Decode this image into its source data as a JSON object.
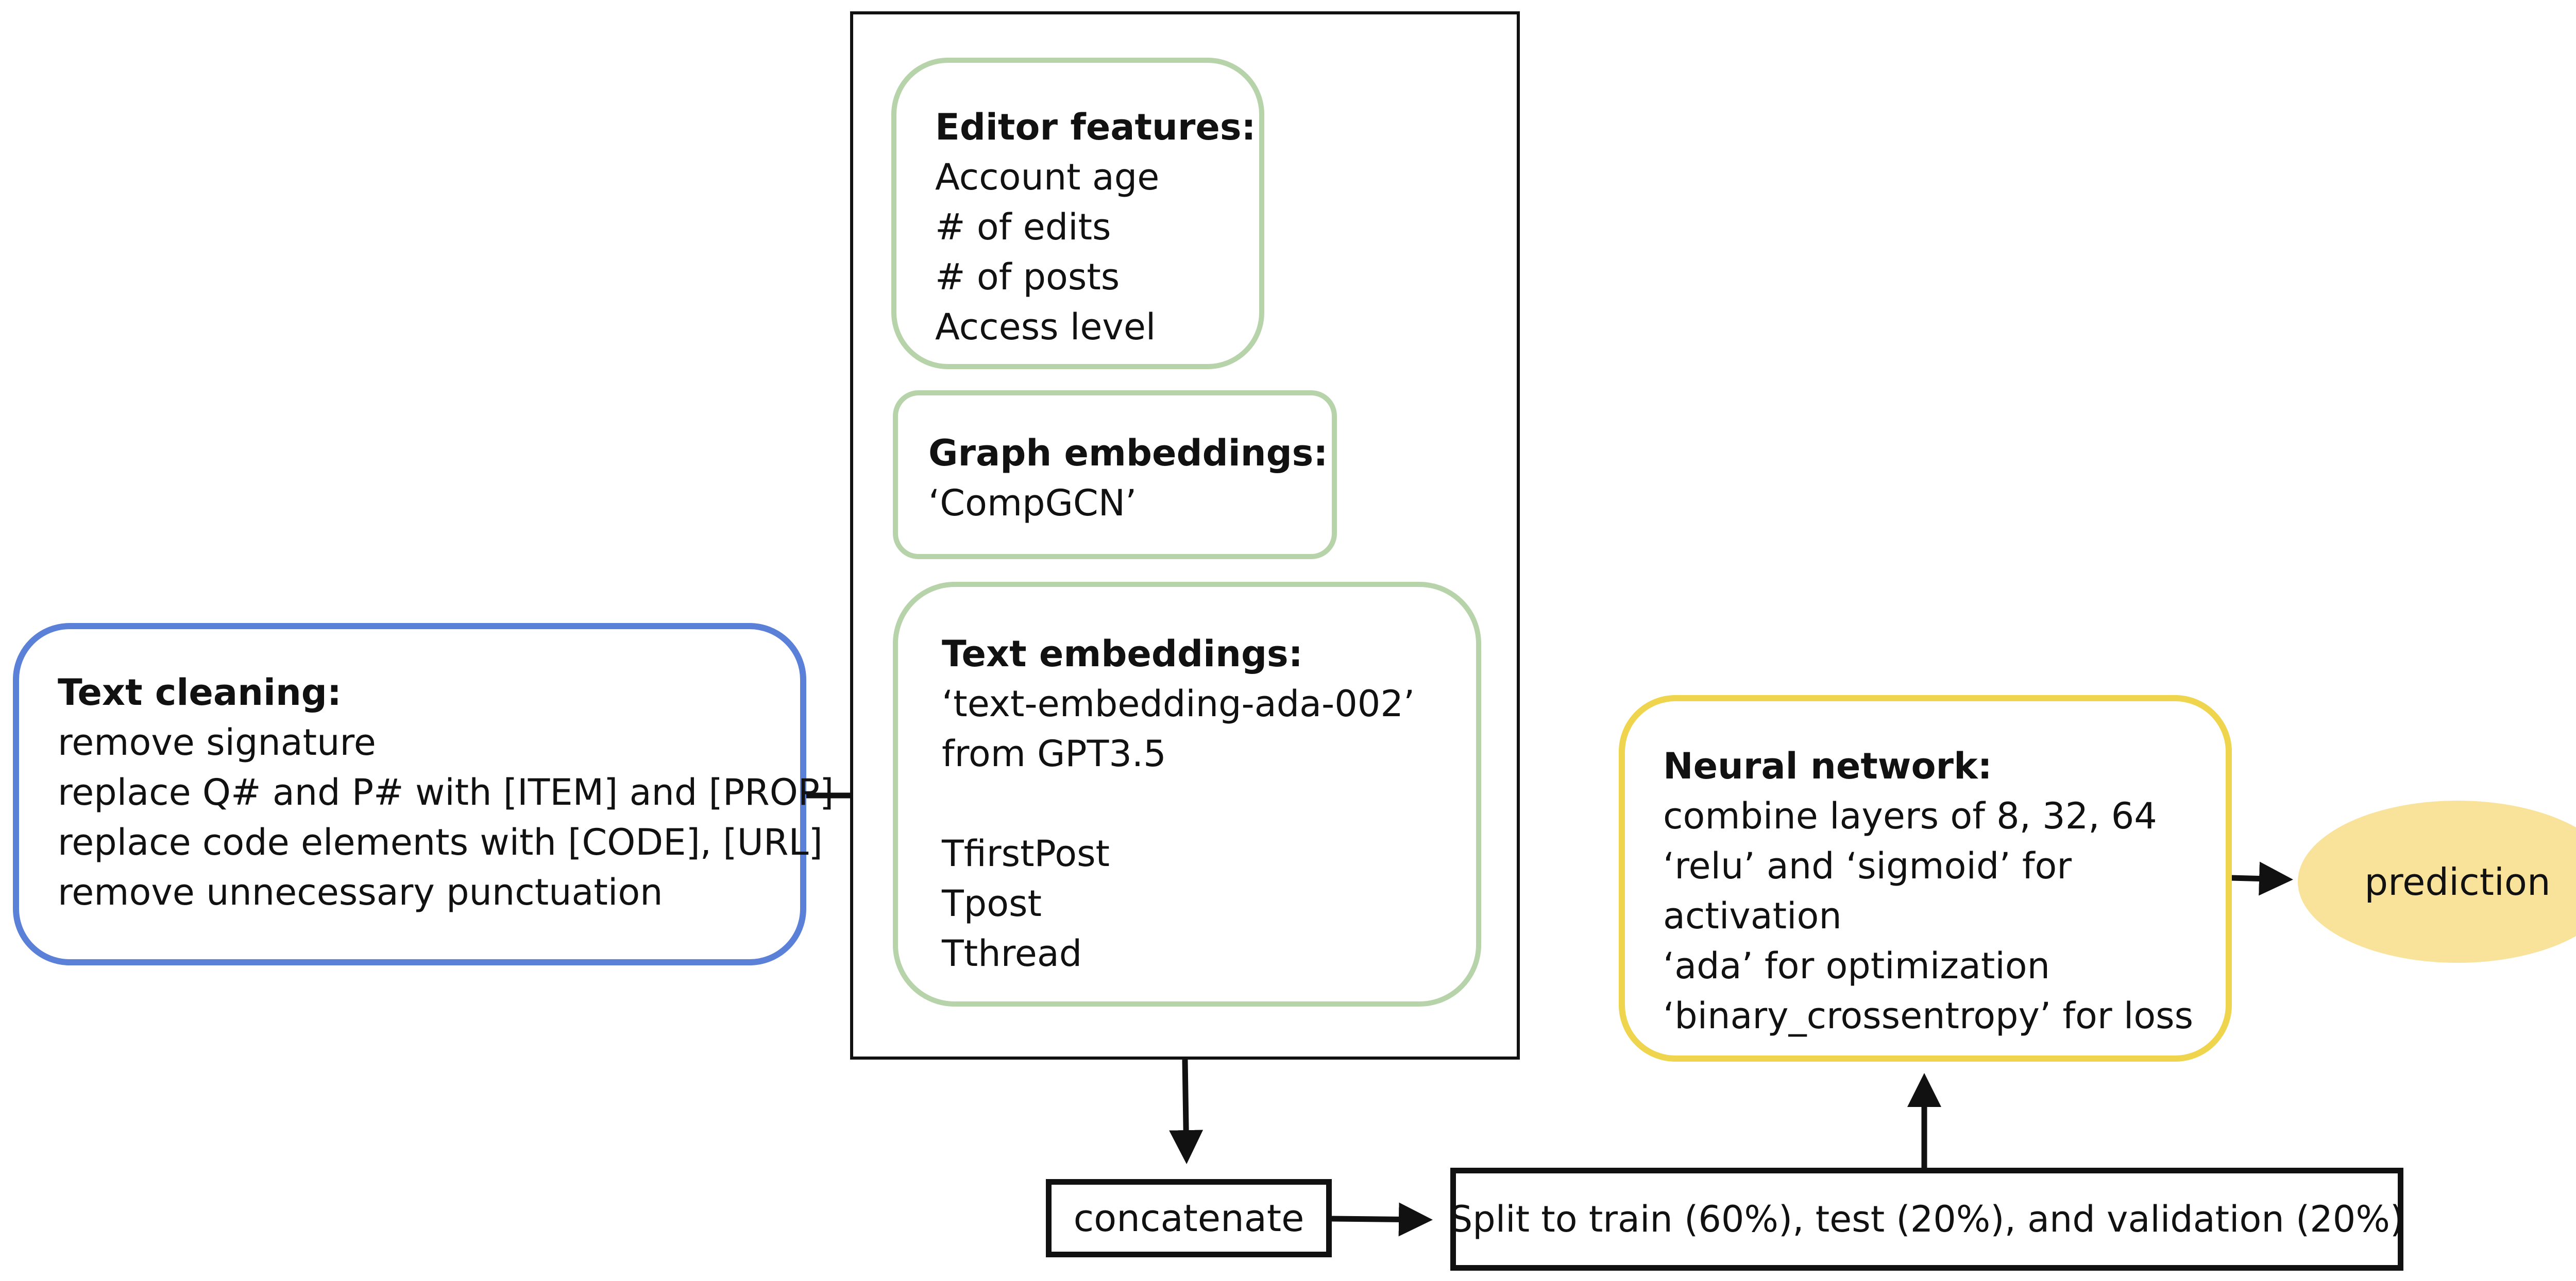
{
  "text_cleaning": {
    "title": "Text cleaning:",
    "lines": [
      "remove signature",
      "replace Q# and P# with [ITEM] and [PROP]",
      "replace code elements with [CODE], [URL]",
      "remove unnecessary punctuation"
    ]
  },
  "editor_features": {
    "title": "Editor features:",
    "lines": [
      "Account age",
      "# of edits",
      "# of posts",
      "Access level"
    ]
  },
  "graph_embeddings": {
    "title": "Graph embeddings:",
    "lines": [
      "‘CompGCN’"
    ]
  },
  "text_embeddings": {
    "title": "Text embeddings:",
    "lines": [
      "‘text-embedding-ada-002’",
      "from GPT3.5",
      "",
      "TfirstPost",
      "Tpost",
      "Tthread"
    ]
  },
  "neural_network": {
    "title": "Neural network:",
    "lines": [
      "combine layers of 8, 32, 64",
      "‘relu’ and ‘sigmoid’ for",
      "activation",
      "‘ada’ for optimization",
      "‘binary_crossentropy’ for loss"
    ]
  },
  "prediction": {
    "label": "prediction"
  },
  "concatenate": {
    "label": "concatenate"
  },
  "split": {
    "label": "Split to train (60%), test  (20%), and validation (20%)"
  },
  "colors": {
    "green": "#b7d3aa",
    "blue": "#5b80d8",
    "yellow": "#efd54e",
    "prediction_fill": "#f9e39a",
    "line": "#111111"
  }
}
